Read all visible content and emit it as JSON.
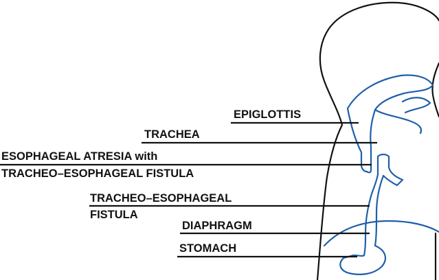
{
  "labels": {
    "epiglottis": "EPIGLOTTIS",
    "trachea": "TRACHEA",
    "atresia_line1": "ESOPHAGEAL ATRESIA with",
    "atresia_line2": "TRACHEO–ESOPHAGEAL  FISTULA",
    "fistula_line1": "TRACHEO–ESOPHAGEAL",
    "fistula_line2": "FISTULA",
    "diaphragm": "DIAPHRAGM",
    "stomach": "STOMACH"
  },
  "colors": {
    "outline": "#111111",
    "organs": "#1f5fa8",
    "background": "#ffffff"
  }
}
